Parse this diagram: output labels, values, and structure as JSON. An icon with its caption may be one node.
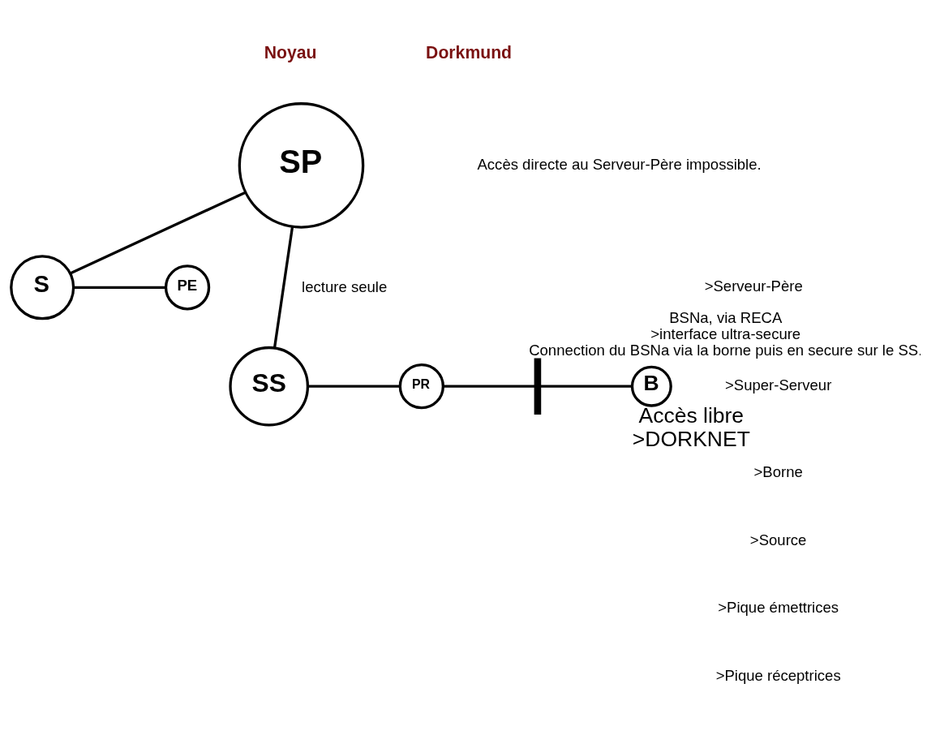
{
  "diagram": {
    "nodes": [
      {
        "text": [
          "SP"
        ]
      },
      {
        "text": [
          "S"
        ]
      },
      {
        "text": [
          "PE"
        ]
      },
      {
        "text": [
          "SS"
        ]
      },
      {
        "text": [
          "PR"
        ]
      },
      {
        "text": [],
        "shape": "bar",
        "beside": [
          "BSNa, via RECA",
          ">interface ultra-secure",
          "Connection du BSNa via la borne puis en secure sur le SS."
        ]
      },
      {
        "text": [
          "B"
        ],
        "beside": [
          "Accès libre",
          ">DORKNET"
        ]
      }
    ],
    "edges": [
      {
        "from": 0,
        "to": 1,
        "arrow": "none"
      },
      {
        "from": 1,
        "to": 2,
        "arrow": "none"
      },
      {
        "from": 0,
        "to": 3,
        "arrow": "none",
        "label": "lecture seule"
      },
      {
        "from": 3,
        "to": 4,
        "arrow": "none"
      },
      {
        "from": 4,
        "to": 5,
        "arrow": "none"
      },
      {
        "from": 5,
        "to": 6,
        "arrow": "none"
      }
    ],
    "labels": [
      "Noyau",
      "Dorkmund",
      "Accès directe au Serveur-Père impossible.",
      ">Serveur-Père",
      ">Super-Serveur",
      ">Borne",
      ">Source",
      ">Pique émettrices",
      ">Pique réceptrices"
    ]
  }
}
